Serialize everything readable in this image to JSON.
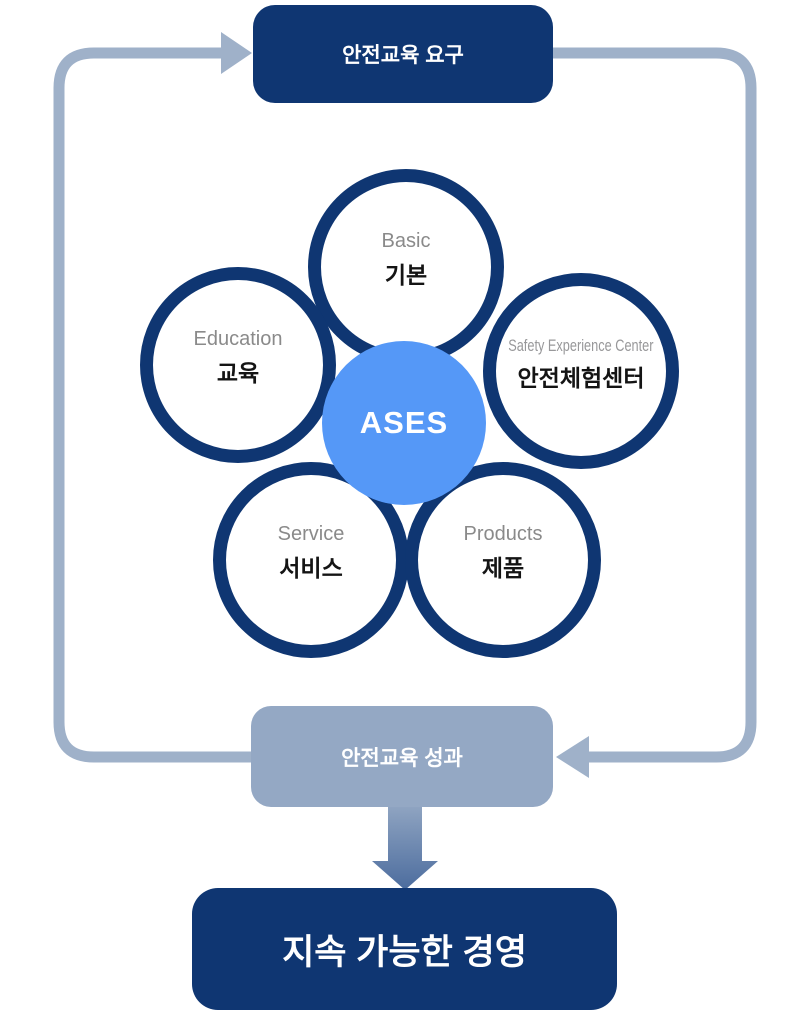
{
  "diagram": {
    "top_box": {
      "label": "안전교육 요구"
    },
    "hub": {
      "label": "ASES"
    },
    "petals": [
      {
        "id": "basic",
        "en": "Basic",
        "ko": "기본"
      },
      {
        "id": "education",
        "en": "Education",
        "ko": "교육"
      },
      {
        "id": "safety-experience-center",
        "en": "Safety Experience Center",
        "ko": "안전체험센터"
      },
      {
        "id": "service",
        "en": "Service",
        "ko": "서비스"
      },
      {
        "id": "products",
        "en": "Products",
        "ko": "제품"
      }
    ],
    "outcome_box": {
      "label": "안전교육 성과"
    },
    "bottom_box": {
      "label": "지속 가능한 경영"
    },
    "colors": {
      "navy": "#0F3672",
      "hub_blue": "#5598F7",
      "connector": "#9FB1C9",
      "outcome_gray": "#94A8C4",
      "arrow_gradient_end": "#4A6B9D"
    }
  }
}
